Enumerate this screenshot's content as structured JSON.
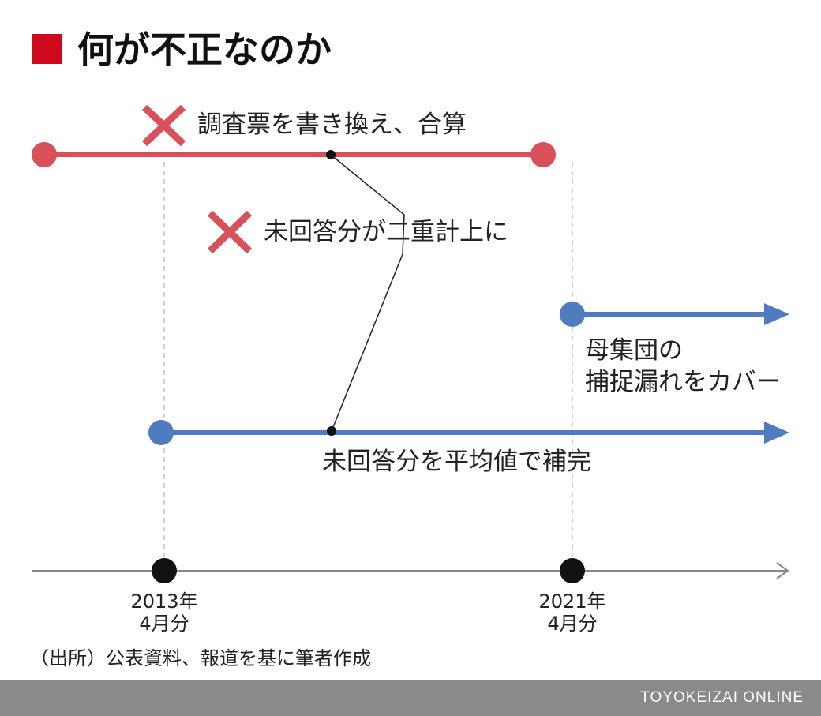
{
  "title": "何が不正なのか",
  "labels": {
    "rewrite": "調査票を書き換え、合算",
    "double_count": "未回答分が二重計上に",
    "cover_line1": "母集団の",
    "cover_line2": "捕捉漏れをカバー",
    "impute": "未回答分を平均値で補完"
  },
  "ticks": [
    {
      "line1": "2013年",
      "line2": "4月分"
    },
    {
      "line1": "2021年",
      "line2": "4月分"
    }
  ],
  "source": "（出所）公表資料、報道を基に筆者作成",
  "footer": "TOYOKEIZAI ONLINE",
  "colors": {
    "accent_red": "#cc0a1c",
    "red_line": "#d9505a",
    "blue_line": "#4f7bbf",
    "axis": "#888888",
    "footer_bg": "#8a8a8a"
  }
}
